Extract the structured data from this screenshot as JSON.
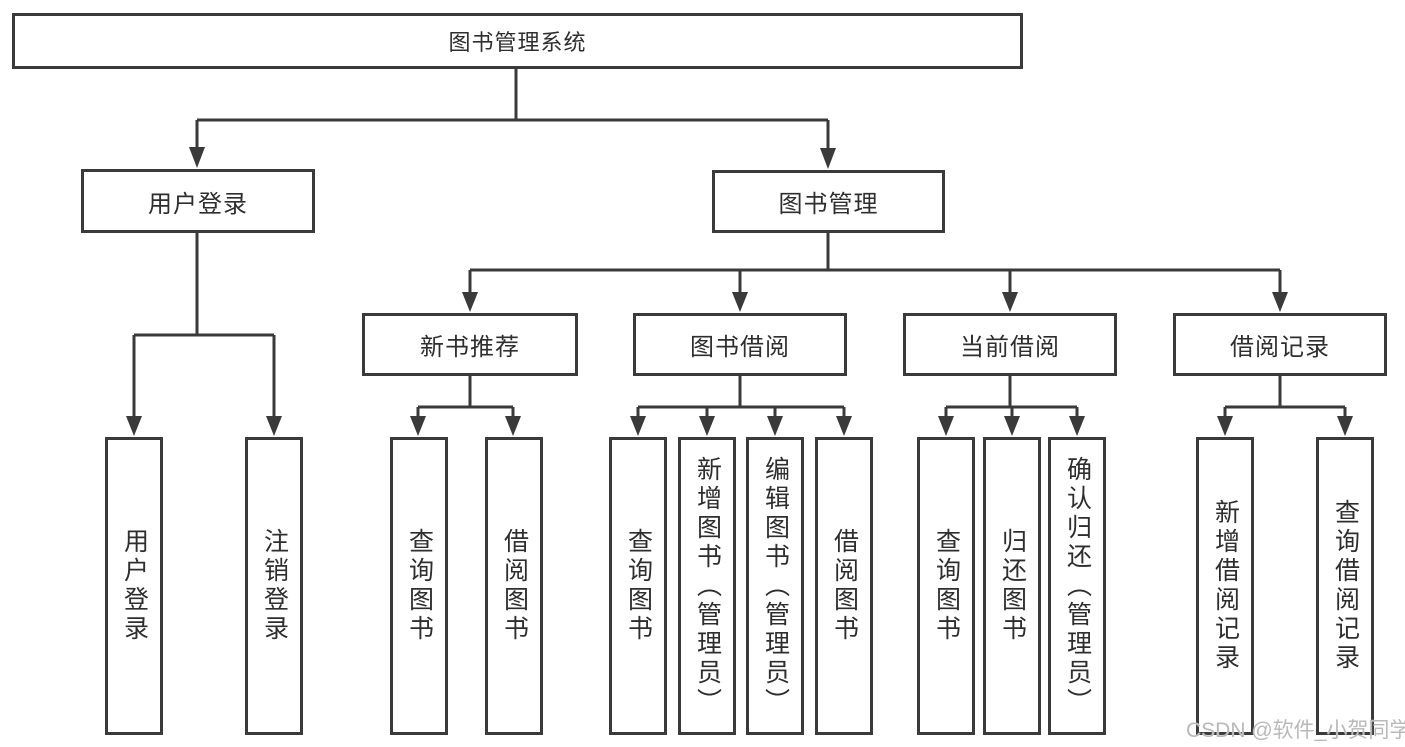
{
  "diagram": {
    "root": "图书管理系统",
    "branches": [
      {
        "label": "用户登录",
        "children": [
          "用户登录",
          "注销登录"
        ]
      },
      {
        "label": "图书管理",
        "sections": [
          {
            "label": "新书推荐",
            "children": [
              "查询图书",
              "借阅图书"
            ]
          },
          {
            "label": "图书借阅",
            "children": [
              "查询图书",
              "新增图书（管理员）",
              "编辑图书（管理员）",
              "借阅图书"
            ]
          },
          {
            "label": "当前借阅",
            "children": [
              "查询图书",
              "归还图书",
              "确认归还（管理员）"
            ]
          },
          {
            "label": "借阅记录",
            "children": [
              "新增借阅记录",
              "查询借阅记录"
            ]
          }
        ]
      }
    ]
  },
  "colors": {
    "line": "#3a3a3a",
    "text": "#2e2e2e",
    "watermark_text": "#b9b9b9",
    "background": "#ffffff"
  },
  "watermark": "CSDN @软件_小贺同学"
}
